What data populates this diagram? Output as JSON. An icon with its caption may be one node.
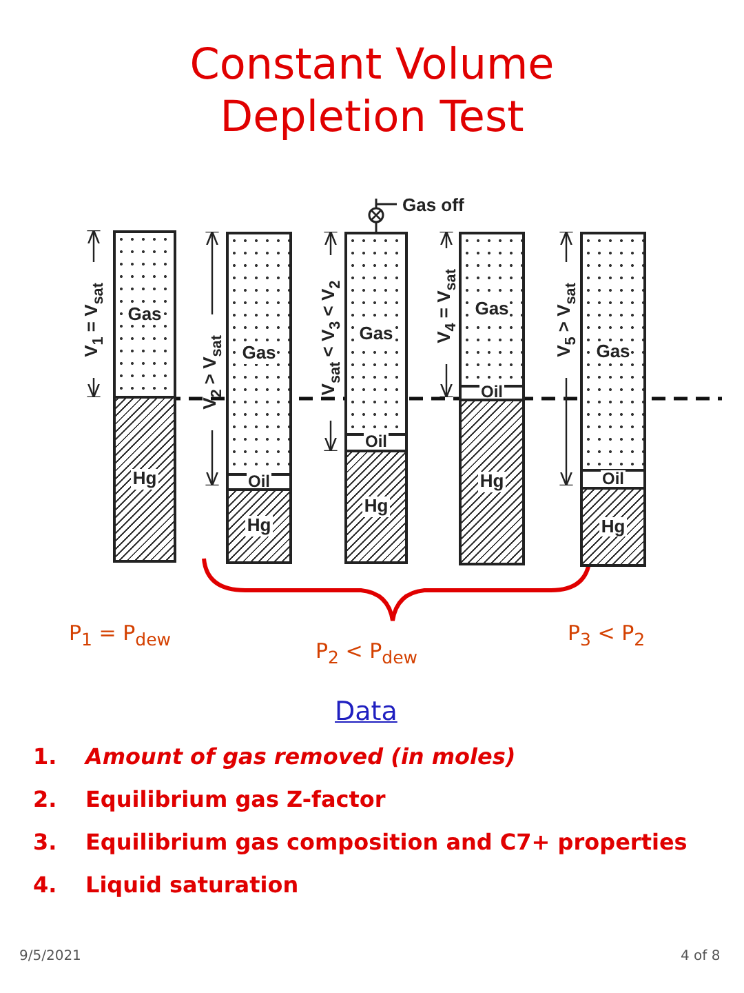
{
  "diagram": {
    "title": "Constant Volume Depletion Test",
    "nodes": [
      {
        "text": [
          "Gas"
        ]
      },
      {
        "text": [
          "Hg"
        ]
      },
      {
        "text": [
          "Gas"
        ]
      },
      {
        "text": [
          "Oil"
        ]
      },
      {
        "text": [
          "Hg"
        ]
      },
      {
        "text": [
          "Gas"
        ]
      },
      {
        "text": [
          "Oil"
        ]
      },
      {
        "text": [
          "Hg"
        ]
      },
      {
        "text": [
          "Gas"
        ]
      },
      {
        "text": [
          "Oil"
        ]
      },
      {
        "text": [
          "Hg"
        ]
      },
      {
        "text": [
          "Gas"
        ]
      },
      {
        "text": [
          "Oil"
        ]
      },
      {
        "text": [
          "Hg"
        ]
      }
    ],
    "labels": [
      "Gas off",
      "V$_{1}$ = V$_{sat}$",
      "V$_{2}$ > V$_{sat}$",
      "V$_{sat}$ < V$_{3}$ < V$_{2}$",
      "V$_{4}$ = V$_{sat}$",
      "V$_{5}$ > V$_{sat}$",
      "P$_{1}$ = P$_{dew}$",
      "P$_{2}$ < P$_{dew}$",
      "P$_{3}$ < P$_{2}$",
      "Data",
      "1.",
      "Amount of gas removed (in moles)",
      "2.",
      "Equilibrium gas Z-factor",
      "3.",
      "Equilibrium gas composition and C7+ properties",
      "4.",
      "Liquid saturation",
      "9/5/2021",
      "4 of 8"
    ]
  }
}
